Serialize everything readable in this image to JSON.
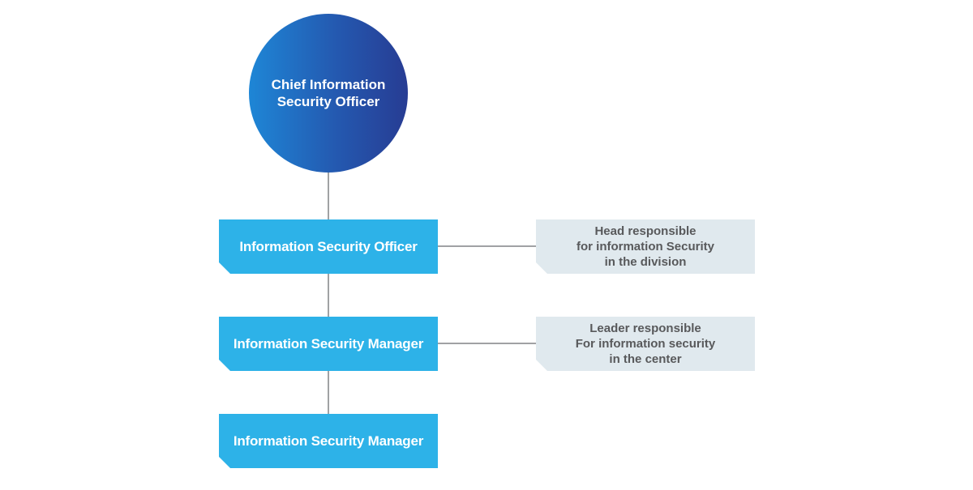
{
  "chart": {
    "root": {
      "label": "Chief Information\nSecurity Officer"
    },
    "levels": [
      {
        "label": "Information Security Officer",
        "description": "Head responsible\nfor information Security\nin the division"
      },
      {
        "label": "Information Security Manager",
        "description": "Leader responsible\nFor information security\nin the center"
      },
      {
        "label": "Information Security Manager"
      }
    ]
  },
  "colors": {
    "circle_gradient_start": "#1e86d6",
    "circle_gradient_end": "#273c93",
    "role_box": "#2db2e8",
    "description_box": "#e0e9ee",
    "description_text": "#58595b",
    "connector": "#808285"
  }
}
